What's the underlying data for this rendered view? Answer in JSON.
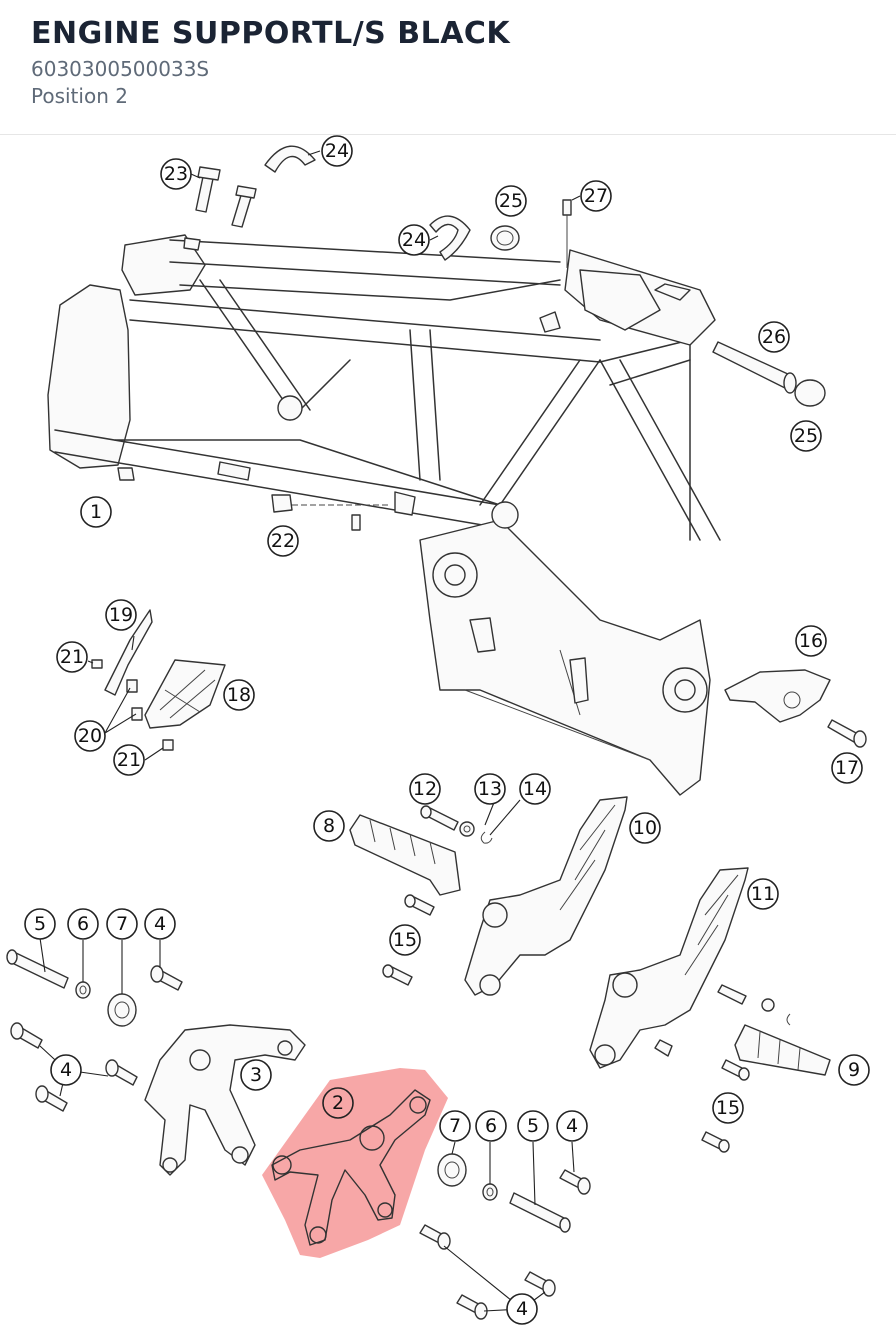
{
  "header": {
    "title": "ENGINE SUPPORTL/S BLACK",
    "part_number": "6030300500033S",
    "position": "Position 2"
  },
  "highlight": {
    "label": "2",
    "color": "#f05050"
  },
  "callouts": [
    {
      "id": "c23",
      "label": "23"
    },
    {
      "id": "c24a",
      "label": "24"
    },
    {
      "id": "c24b",
      "label": "24"
    },
    {
      "id": "c25a",
      "label": "25"
    },
    {
      "id": "c27",
      "label": "27"
    },
    {
      "id": "c26",
      "label": "26"
    },
    {
      "id": "c25b",
      "label": "25"
    },
    {
      "id": "c1",
      "label": "1"
    },
    {
      "id": "c22",
      "label": "22"
    },
    {
      "id": "c19",
      "label": "19"
    },
    {
      "id": "c21a",
      "label": "21"
    },
    {
      "id": "c18",
      "label": "18"
    },
    {
      "id": "c20",
      "label": "20"
    },
    {
      "id": "c21b",
      "label": "21"
    },
    {
      "id": "c16",
      "label": "16"
    },
    {
      "id": "c17",
      "label": "17"
    },
    {
      "id": "c12",
      "label": "12"
    },
    {
      "id": "c13",
      "label": "13"
    },
    {
      "id": "c14",
      "label": "14"
    },
    {
      "id": "c8",
      "label": "8"
    },
    {
      "id": "c10",
      "label": "10"
    },
    {
      "id": "c11",
      "label": "11"
    },
    {
      "id": "c15a",
      "label": "15"
    },
    {
      "id": "c5a",
      "label": "5"
    },
    {
      "id": "c6a",
      "label": "6"
    },
    {
      "id": "c7a",
      "label": "7"
    },
    {
      "id": "c4a",
      "label": "4"
    },
    {
      "id": "c4b",
      "label": "4"
    },
    {
      "id": "c3",
      "label": "3"
    },
    {
      "id": "c2",
      "label": "2"
    },
    {
      "id": "c7b",
      "label": "7"
    },
    {
      "id": "c6b",
      "label": "6"
    },
    {
      "id": "c5b",
      "label": "5"
    },
    {
      "id": "c4c",
      "label": "4"
    },
    {
      "id": "c9",
      "label": "9"
    },
    {
      "id": "c15b",
      "label": "15"
    },
    {
      "id": "c4d",
      "label": "4"
    }
  ]
}
